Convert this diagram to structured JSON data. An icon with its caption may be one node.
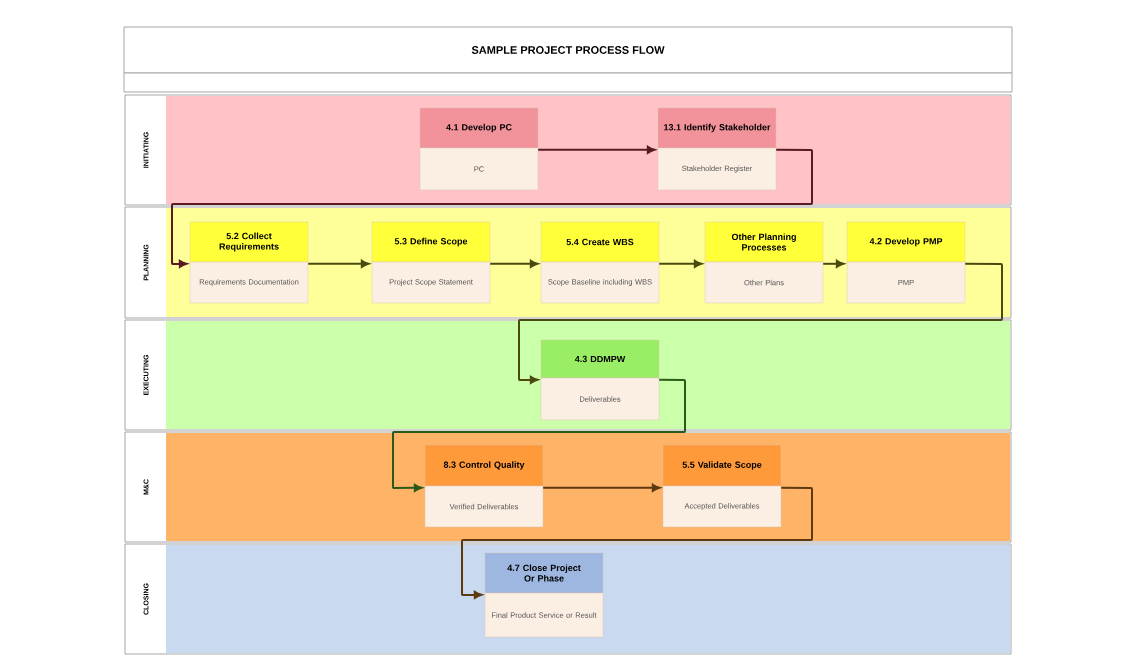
{
  "diagram": {
    "title": "SAMPLE PROJECT PROCESS FLOW",
    "nodes": [
      {
        "text": [
          "INITIATING"
        ]
      },
      {
        "text": [
          "4.1 Develop PC",
          "PC"
        ],
        "in": 0
      },
      {
        "text": [
          "13.1 Identify Stakeholder",
          "Stakeholder Register"
        ],
        "in": 0
      },
      {
        "text": [
          "PLANNING"
        ]
      },
      {
        "text": [
          "5.2 Collect Requirements",
          "Requirements Documentation"
        ],
        "in": 3
      },
      {
        "text": [
          "5.3 Define Scope",
          "Project Scope Statement"
        ],
        "in": 3
      },
      {
        "text": [
          "5.4 Create WBS",
          "Scope Baseline including WBS"
        ],
        "in": 3
      },
      {
        "text": [
          "Other Planning Processes",
          "Other Plans"
        ],
        "in": 3
      },
      {
        "text": [
          "4.2 Develop PMP",
          "PMP"
        ],
        "in": 3
      },
      {
        "text": [
          "EXECUTING"
        ]
      },
      {
        "text": [
          "4.3 DDMPW",
          "Deliverables"
        ],
        "in": 9
      },
      {
        "text": [
          "M&C"
        ]
      },
      {
        "text": [
          "8.3 Control Quality",
          "Verified Deliverables"
        ],
        "in": 11
      },
      {
        "text": [
          "5.5 Validate Scope",
          "Accepted Deliverables"
        ],
        "in": 11
      },
      {
        "text": [
          "CLOSING"
        ]
      },
      {
        "text": [
          "4.7 Close Project Or Phase",
          "Final Product Service or Result"
        ],
        "in": 14
      }
    ],
    "edges": [
      {
        "from": 1,
        "to": 2,
        "arrow": "to",
        "color": "#5a1a22"
      },
      {
        "from": 2,
        "to": 4,
        "arrow": "to",
        "color": "#5a1a22"
      },
      {
        "from": 4,
        "to": 5,
        "arrow": "to",
        "color": "#4a4a10"
      },
      {
        "from": 5,
        "to": 6,
        "arrow": "to",
        "color": "#4a4a10"
      },
      {
        "from": 6,
        "to": 7,
        "arrow": "to",
        "color": "#4a4a10"
      },
      {
        "from": 7,
        "to": 8,
        "arrow": "to",
        "color": "#4a4a10"
      },
      {
        "from": 8,
        "to": 10,
        "arrow": "to",
        "color": "#4a4a10"
      },
      {
        "from": 10,
        "to": 12,
        "arrow": "to",
        "color": "#2a5a1a"
      },
      {
        "from": 12,
        "to": 13,
        "arrow": "to",
        "color": "#5e3a10"
      },
      {
        "from": 13,
        "to": 15,
        "arrow": "to",
        "color": "#5e3a10"
      }
    ]
  }
}
